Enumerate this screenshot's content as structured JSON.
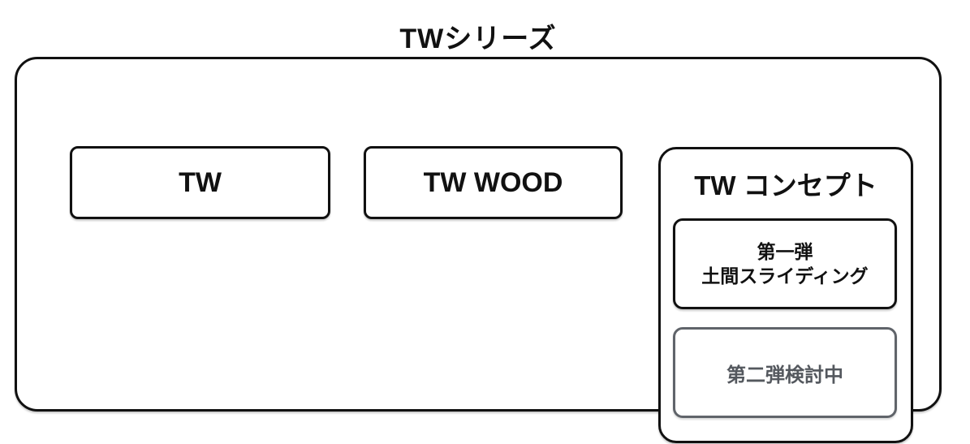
{
  "title": "TWシリーズ",
  "colors": {
    "ink": "#111111",
    "muted_text": "#54585e",
    "muted_border": "#60646a",
    "background": "#ffffff"
  },
  "nodes": {
    "tw": {
      "label": "TW"
    },
    "tw_wood": {
      "label": "TW WOOD"
    },
    "concept": {
      "title": "TW コンセプト",
      "phase1": {
        "line1": "第一弾",
        "line2": "土間スライディング"
      },
      "phase2": {
        "label": "第二弾検討中"
      }
    }
  }
}
